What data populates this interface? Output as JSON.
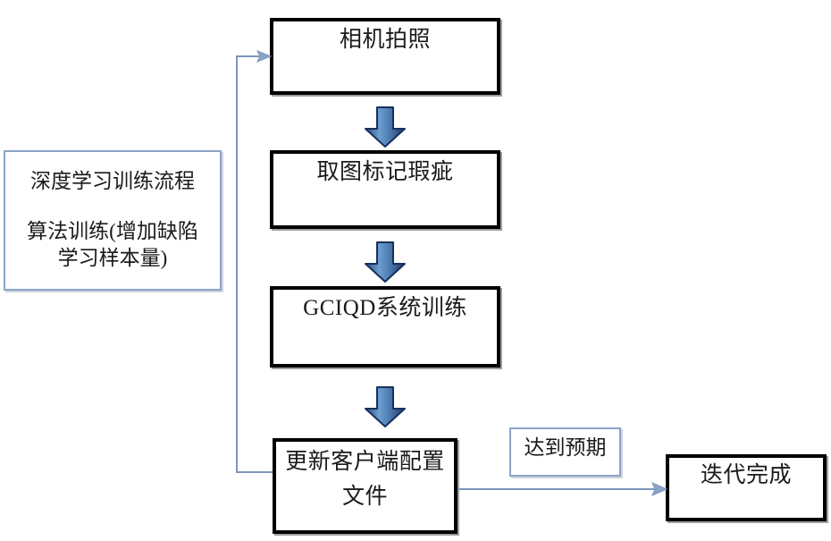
{
  "diagram": {
    "title_note": {
      "name": "deep-learning-training-note",
      "lines": [
        "深度学习训练流程",
        "算法训练(增加缺陷",
        "学习样本量)"
      ]
    },
    "steps": [
      {
        "id": "step-1",
        "label": "相机拍照"
      },
      {
        "id": "step-2",
        "label": "取图标记瑕疵"
      },
      {
        "id": "step-3",
        "label": "GCIQD系统训练"
      },
      {
        "id": "step-4",
        "label_line1": "更新客户端配置置",
        "label_line1_fixed": "更新客户端配置",
        "label_line2": "文件"
      },
      {
        "id": "step-5",
        "label": "迭代完成"
      }
    ],
    "edge_label": "达到预期",
    "arrows": {
      "down_1": "down-block-arrow",
      "down_2": "down-block-arrow",
      "down_3": "down-block-arrow",
      "feedback": "feedback-loop-arrow",
      "to_done": "arrow-to-done"
    },
    "colors": {
      "box_border": "#000000",
      "note_border": "#8ba3c7",
      "arrow_fill_light": "#5b8ec4",
      "arrow_fill_dark": "#1f3864",
      "connector": "#7d97bb",
      "text": "#1a1a1a",
      "background": "#ffffff"
    }
  }
}
